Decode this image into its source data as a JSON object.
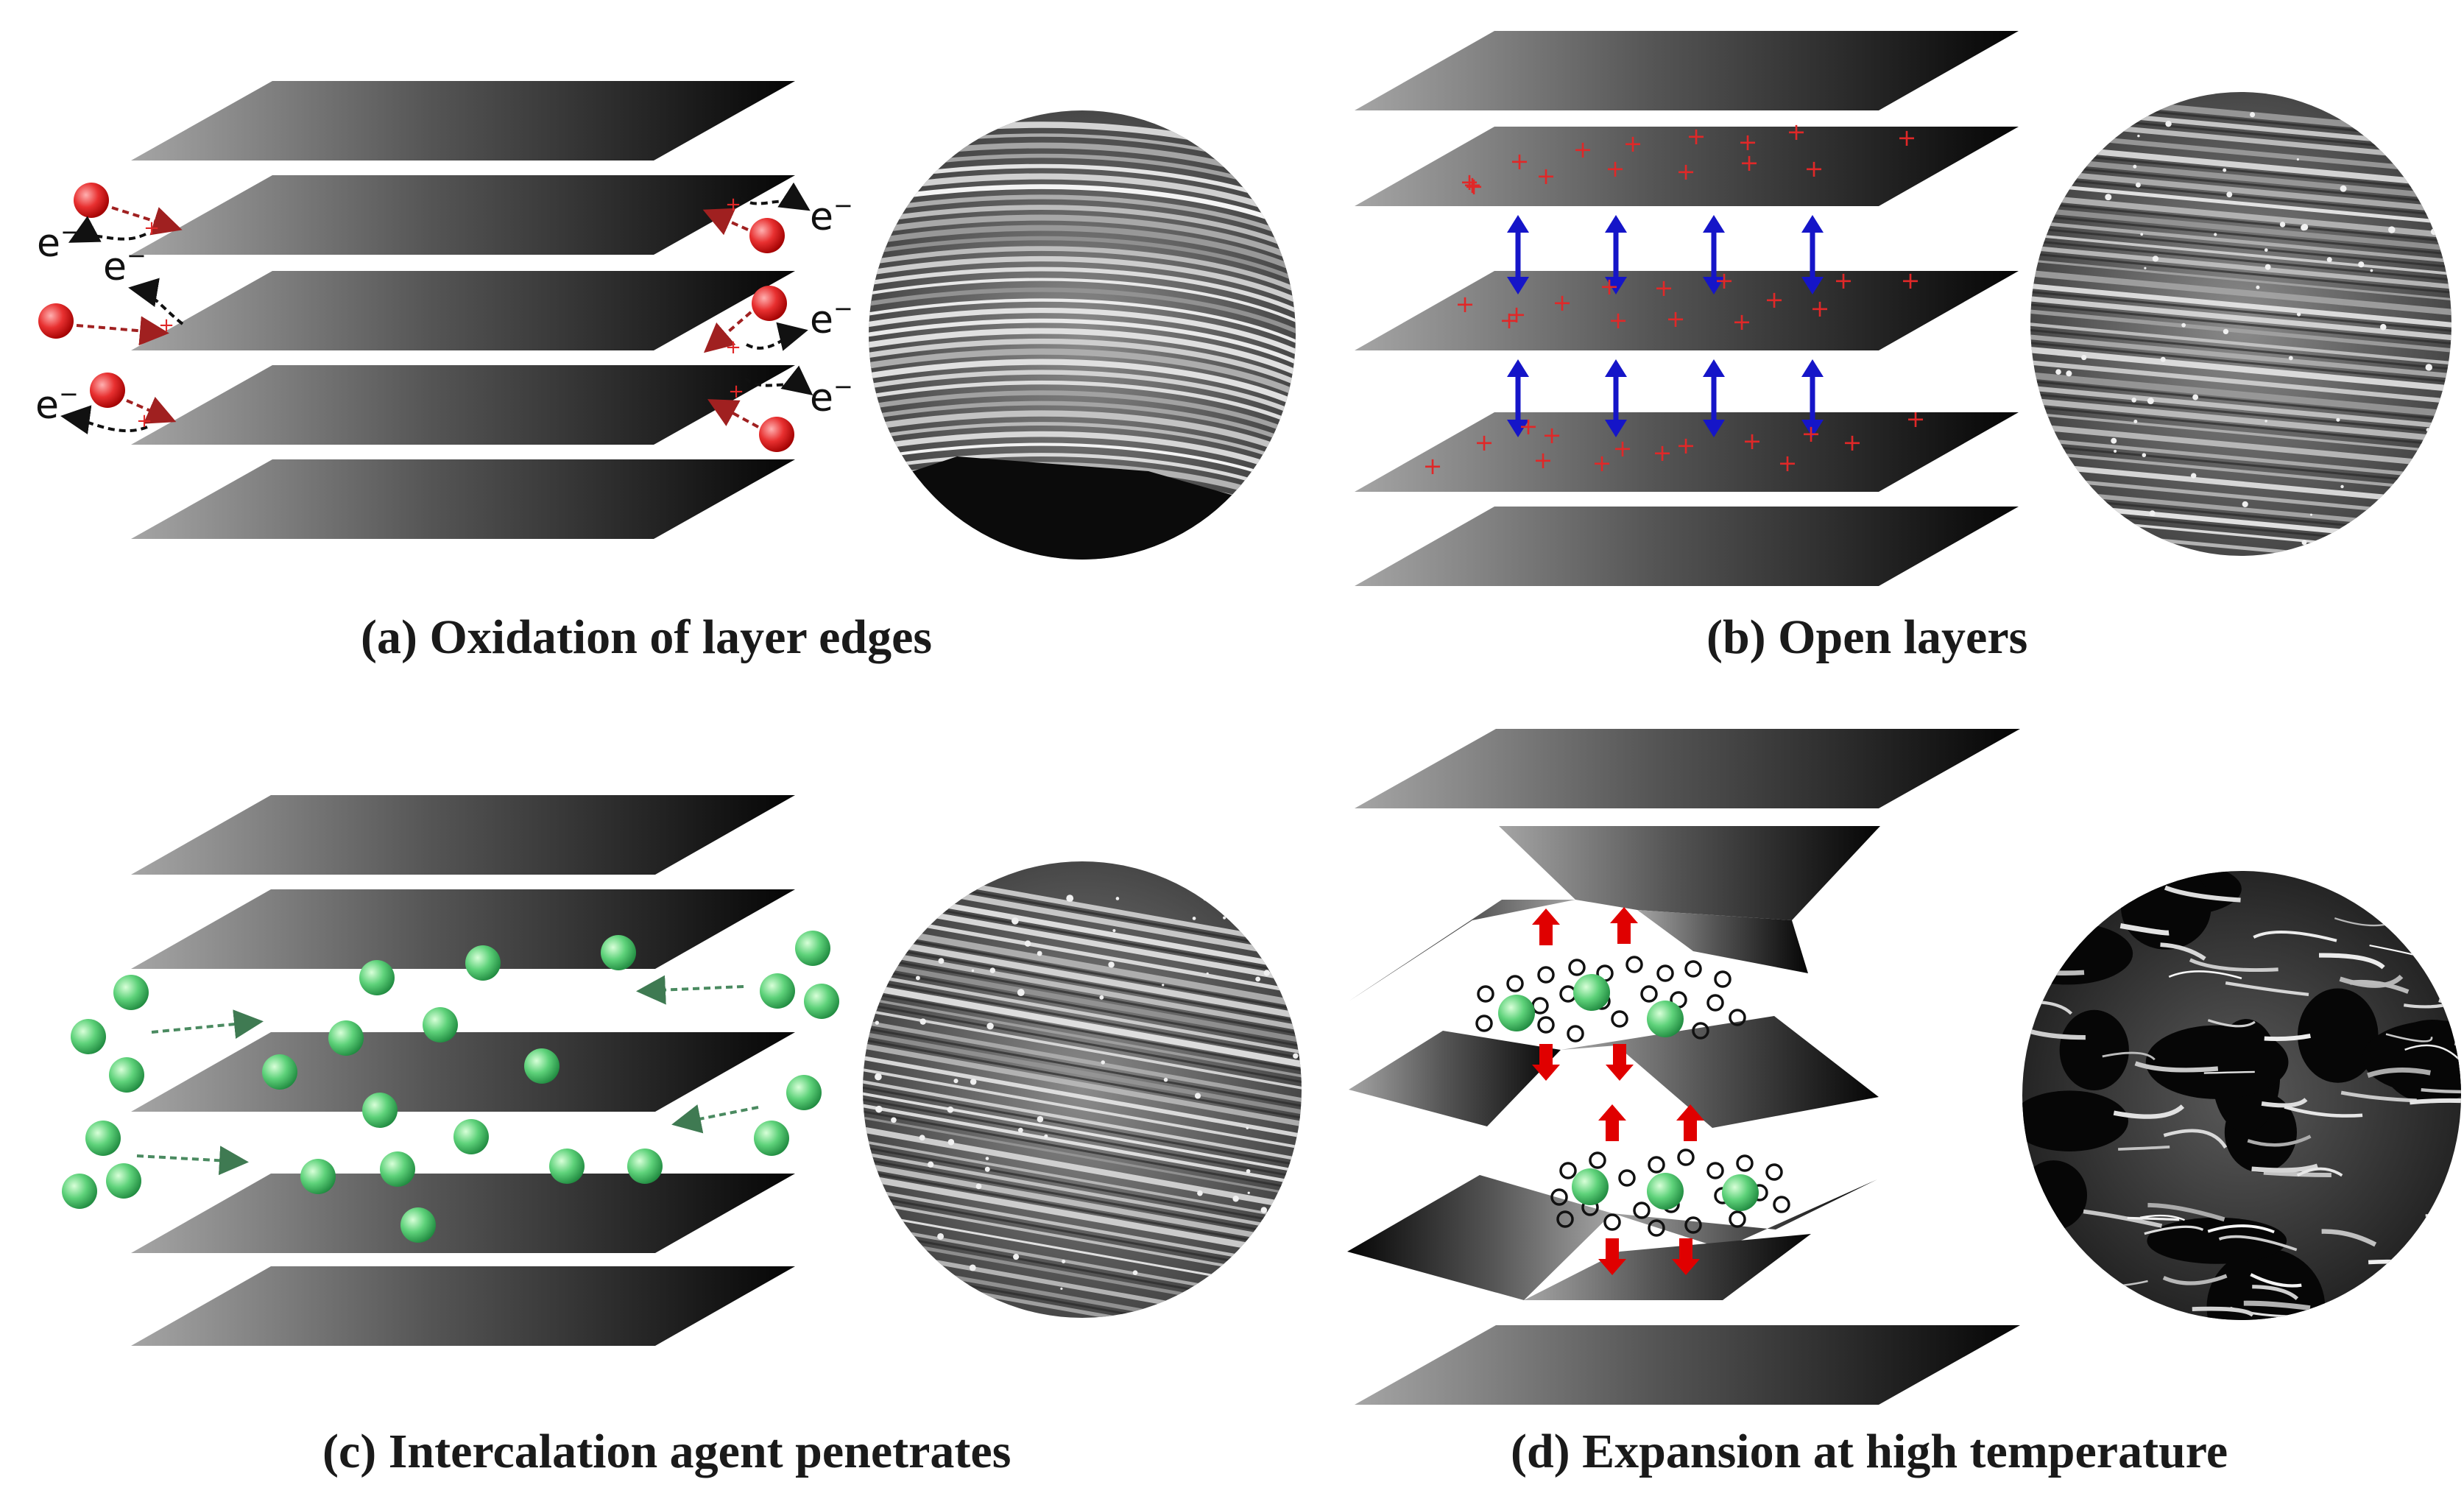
{
  "captions": {
    "a": "(a) Oxidation of layer edges",
    "b": "(b) Open layers",
    "c": "(c) Intercalation agent penetrates",
    "d": "(d) Expansion at high temperature"
  },
  "labels": {
    "electron": "e",
    "electron_sup": "−",
    "plus": "+"
  },
  "colors": {
    "sheet_light": "#9a9a9a",
    "sheet_dark": "#0a0a0a",
    "red_ion": "#e02828",
    "blue_arrow": "#1515c8",
    "green_ion": "#4cc870",
    "red_arrow": "#e00000",
    "dashed_red": "#a02020",
    "dashed_green": "#4a8a60"
  },
  "icons": [
    "red-ion-icon",
    "electron-icon",
    "blue-double-arrow-icon",
    "green-particle-icon",
    "red-arrow-icon",
    "bubble-icon",
    "sem-micrograph"
  ]
}
